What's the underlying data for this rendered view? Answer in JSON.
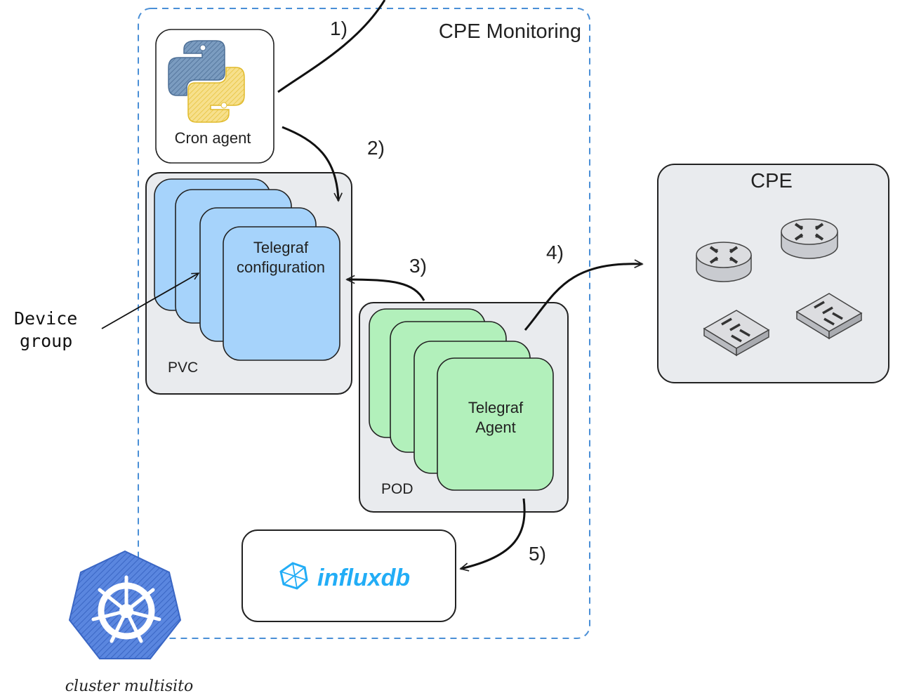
{
  "cluster": {
    "title": "CPE Monitoring",
    "caption": "cluster multisito"
  },
  "cron": {
    "label": "Cron agent"
  },
  "pvc": {
    "label": "PVC",
    "config_line1": "Telegraf",
    "config_line2": "configuration"
  },
  "pod": {
    "label": "POD",
    "agent_line1": "Telegraf",
    "agent_line2": "Agent"
  },
  "influx": {
    "label": "influxdb"
  },
  "cpe": {
    "title": "CPE"
  },
  "device_group": {
    "line1": "Device",
    "line2": "group"
  },
  "steps": [
    "1)",
    "2)",
    "3)",
    "4)",
    "5)"
  ],
  "colors": {
    "cluster_border": "#4a8fd6",
    "panel_fill": "#e9ebee",
    "config_card": "#a6d3fb",
    "agent_card": "#b2f0bb",
    "influx_brand": "#22adf6",
    "k8s_blue": "#4a7fd8",
    "python_blue": "#5a7fa6",
    "python_yellow": "#f2d56b"
  }
}
